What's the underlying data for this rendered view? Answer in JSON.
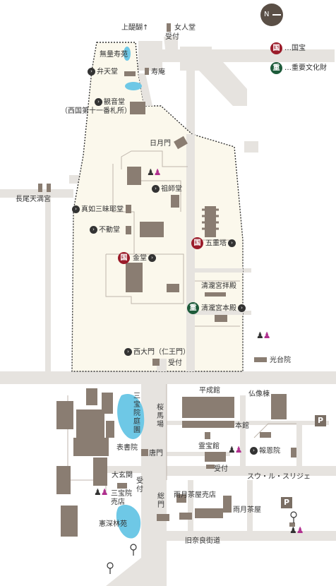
{
  "map": {
    "legend": {
      "kokuho_symbol": "国",
      "kokuho_text": "…国宝",
      "juyo_symbol": "重",
      "juyo_text": "…重要文化財"
    },
    "compass_label": "N",
    "colors": {
      "ground": "#fbf8ec",
      "road": "#e6e3df",
      "building": "#8a7d72",
      "water": "#6ec8e6",
      "kokuho": "#9b1c2a",
      "juyo": "#1d5b3a",
      "outline": "#333333"
    },
    "labels": {
      "kamidaigo": "上醍醐↑",
      "nyonindo": "女人堂",
      "uketsuke_top": "受付",
      "muryojuen": "無量寿苑",
      "bentendo": "弁天堂",
      "juan": "寿庵",
      "kannondo": "観音堂",
      "kannondo_sub": "（西国第十一番札所）",
      "nichigetsumon": "日月門",
      "soshido": "祖師堂",
      "nagaotenmangu": "長尾天満宮",
      "shinnyo": "真如三昧耶堂",
      "fudodo": "不動堂",
      "gojunoto": "五重塔",
      "kondo": "金堂",
      "seiryu_haiden": "清瀧宮拝殿",
      "seiryu_honden": "清瀧宮本殿",
      "saidaimon": "西大門（仁王門）",
      "uketsuke_gate": "受付",
      "kodaiin": "光台院",
      "sanboin_teien": "三宝院庭園",
      "sakura_baba": "桜馬場",
      "heiseikan": "平成館",
      "butsuzoto": "仏像棟",
      "honkan": "本館",
      "omoteshoin": "表書院",
      "karamon": "唐門",
      "reihokan": "霊宝館",
      "hoonin": "報恩院",
      "uketsuke_reihokan": "受付",
      "sweets": "スウ・ル・スリジェ",
      "ogenkan": "大玄関",
      "uketsuke_sanboin": "受付",
      "sanboin_baiten": "三宝院売店",
      "somon": "総門",
      "ugetsu_baiten": "雨月茶屋売店",
      "ugetsu_chaya": "雨月茶屋",
      "kenshinrin": "憲深林苑",
      "kyunara": "旧奈良街道",
      "parking1": "P",
      "parking2": "P"
    }
  }
}
